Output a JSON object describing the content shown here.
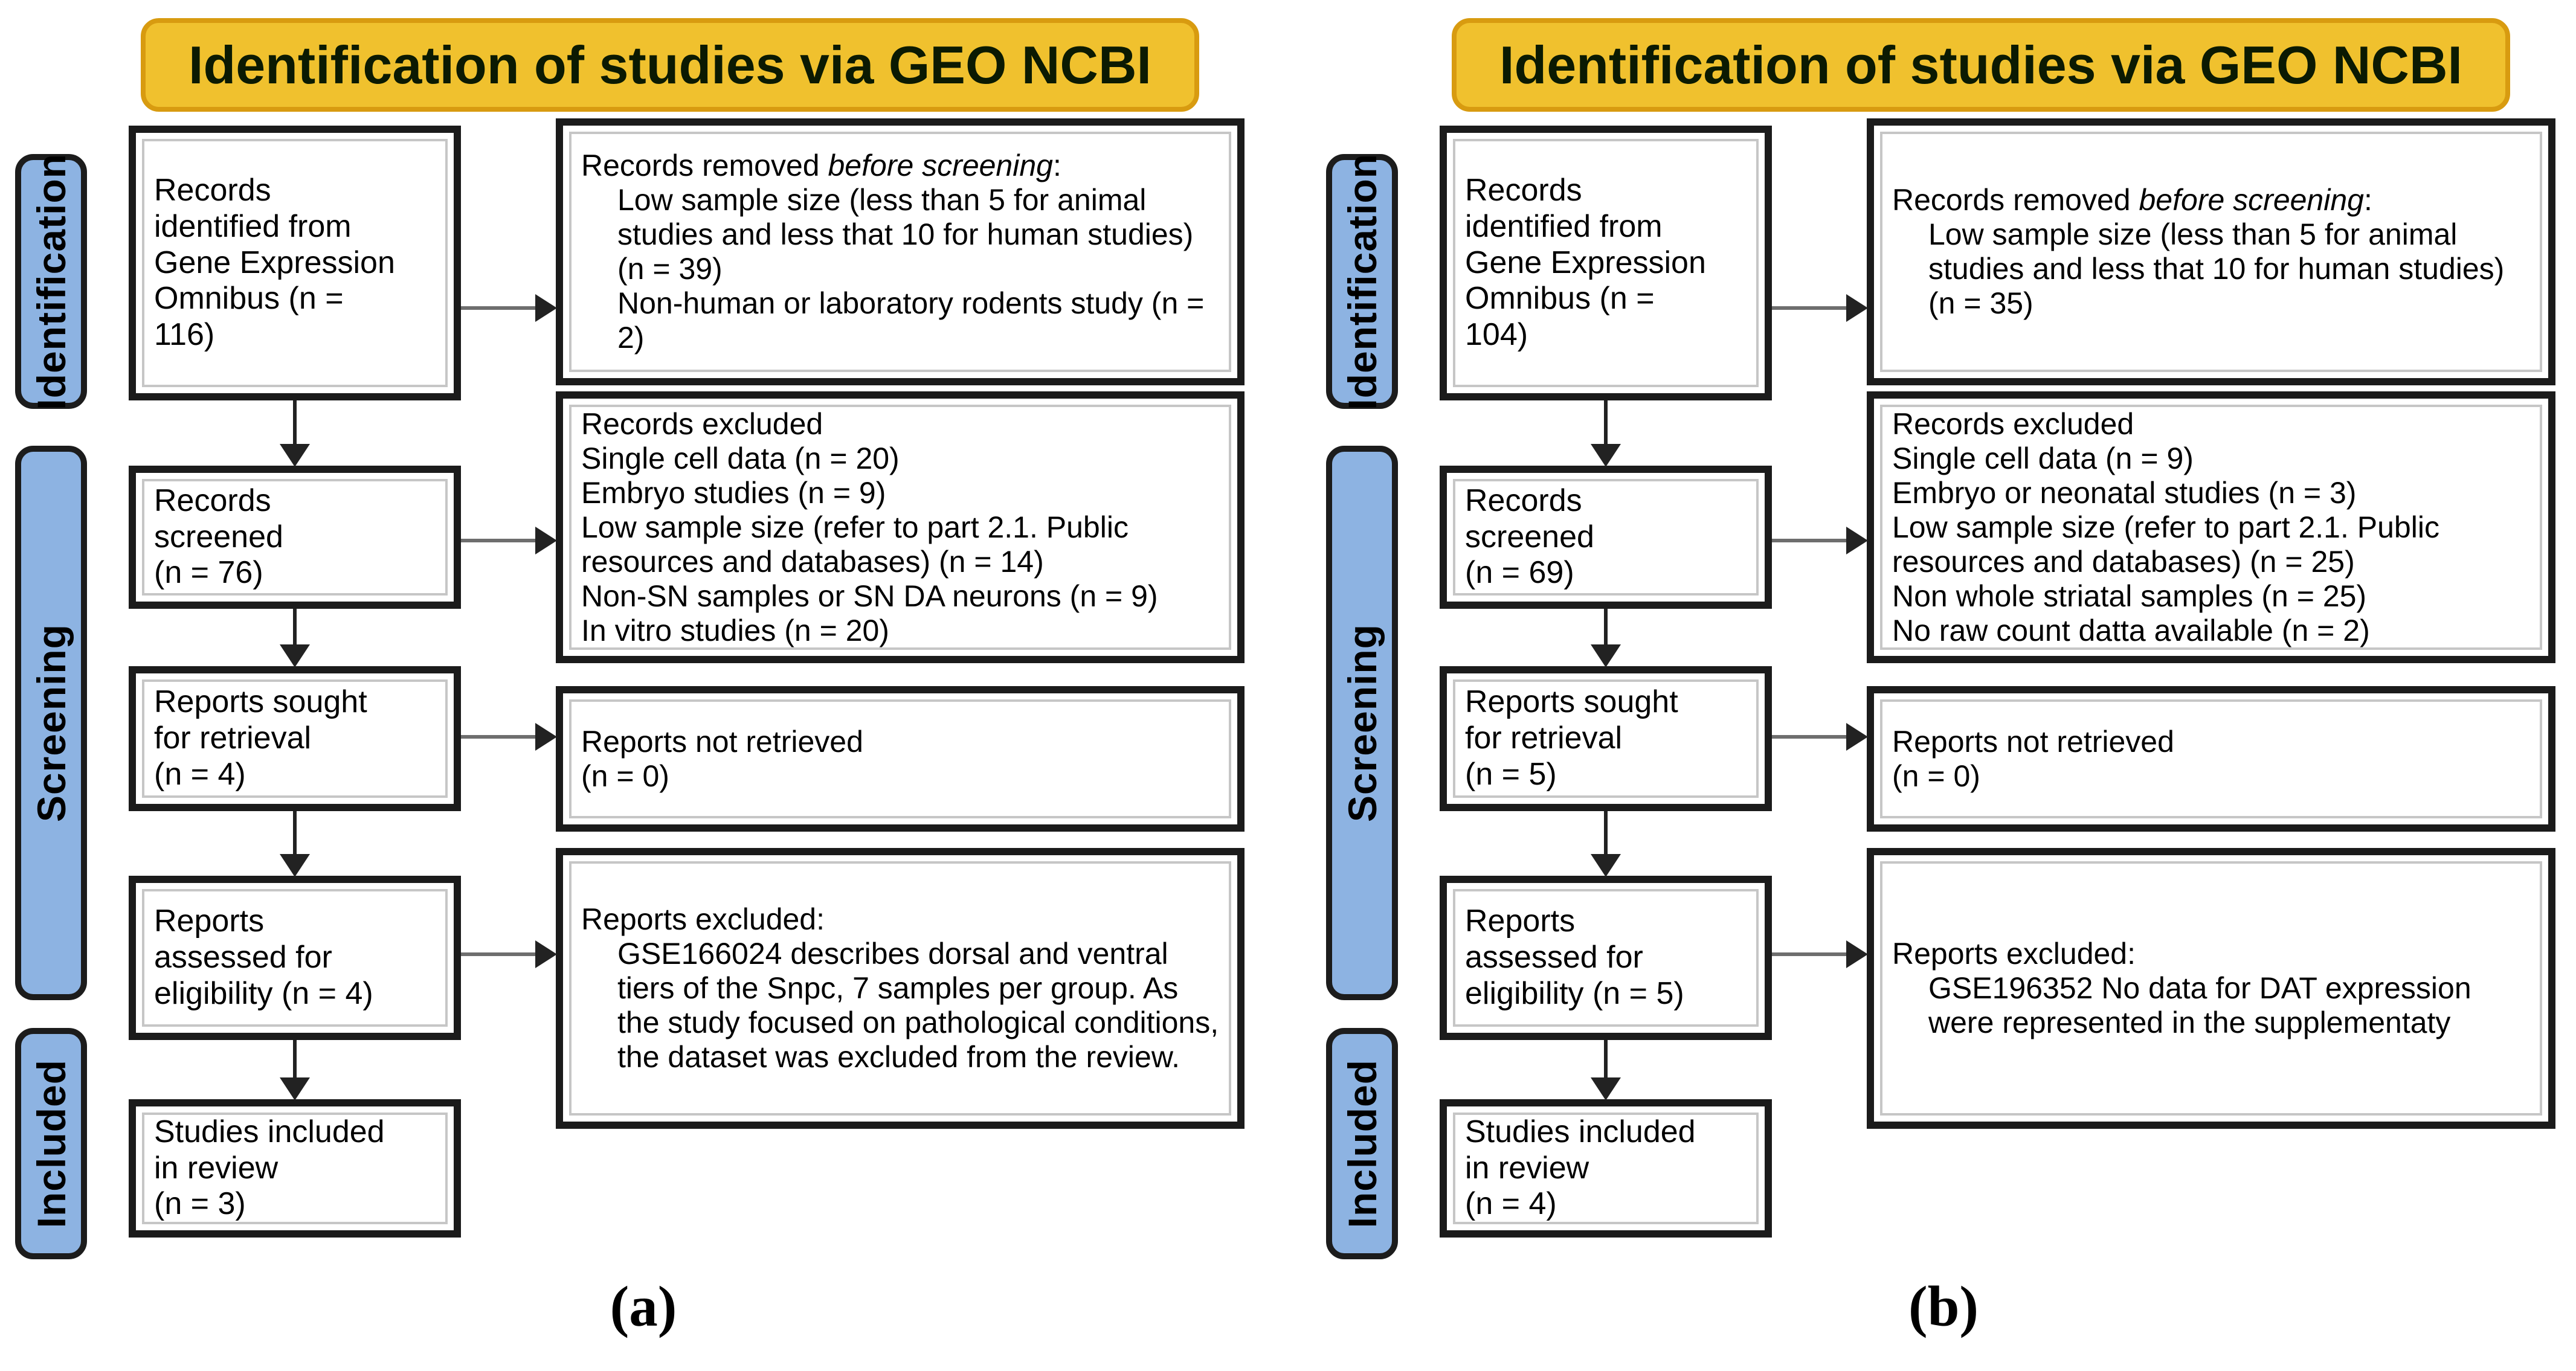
{
  "colors": {
    "title_bg": "#F0C12E",
    "title_stripe": "#D89B10",
    "title_text": "#0B1A02",
    "label_bg": "#8DB3E2",
    "inner_border": "#C6C6C6",
    "harrow_line": "#6e6e6e"
  },
  "panels": [
    {
      "title": "Identification of studies via GEO NCBI",
      "labels": [
        "Identification",
        "Screening",
        "Included"
      ],
      "flow": [
        "Records\nidentified from\nGene Expression\nOmnibus (n =\n116)",
        "Records\nscreened\n(n = 76)",
        "Reports sought\nfor retrieval\n(n = 4)",
        "Reports\nassessed for\neligibility (n = 4)",
        "Studies included\nin review\n(n = 3)"
      ],
      "removed": {
        "pre": "Records removed ",
        "em": "before screening",
        "post": ":",
        "items": [
          "Low sample size (less than 5 for animal studies and less that 10 for human studies) (n = 39)",
          "Non-human or laboratory rodents study (n = 2)"
        ]
      },
      "excluded": {
        "title": "Records excluded",
        "items": [
          "Single cell data (n = 20)",
          "Embryo studies (n = 9)",
          "Low sample size (refer to part 2.1. Public resources and databases) (n = 14)",
          "Non-SN samples or SN DA neurons (n = 9)",
          "In vitro studies (n = 20)"
        ]
      },
      "not_retrieved": "Reports not retrieved\n(n = 0)",
      "reports_excluded": {
        "title": "Reports excluded:",
        "items": [
          "GSE166024 describes  dorsal and ventral tiers of the Snpc, 7 samples per group. As the study focused on pathological conditions, the dataset was excluded from the review."
        ]
      },
      "caption": "(a)"
    },
    {
      "title": "Identification of studies via GEO NCBI",
      "labels": [
        "Identification",
        "Screening",
        "Included"
      ],
      "flow": [
        "Records\nidentified from\nGene Expression\nOmnibus (n =\n104)",
        "Records\nscreened\n(n = 69)",
        "Reports sought\nfor retrieval\n(n = 5)",
        "Reports\nassessed for\neligibility (n = 5)",
        "Studies included\nin review\n(n = 4)"
      ],
      "removed": {
        "pre": "Records removed ",
        "em": "before screening",
        "post": ":",
        "items": [
          "Low sample size (less than 5 for animal studies and less that 10 for human studies) (n = 35)"
        ]
      },
      "excluded": {
        "title": "Records excluded",
        "items": [
          "Single cell data (n = 9)",
          "Embryo or neonatal studies (n = 3)",
          "Low sample size (refer to part 2.1. Public resources and databases) (n = 25)",
          "Non whole striatal samples (n = 25)",
          "No raw count datta available (n = 2)"
        ]
      },
      "not_retrieved": "Reports not retrieved\n(n = 0)",
      "reports_excluded": {
        "title": "Reports excluded:",
        "items": [
          "GSE196352 No data for DAT expression were represented in the supplementaty"
        ]
      },
      "caption": "(b)"
    }
  ]
}
